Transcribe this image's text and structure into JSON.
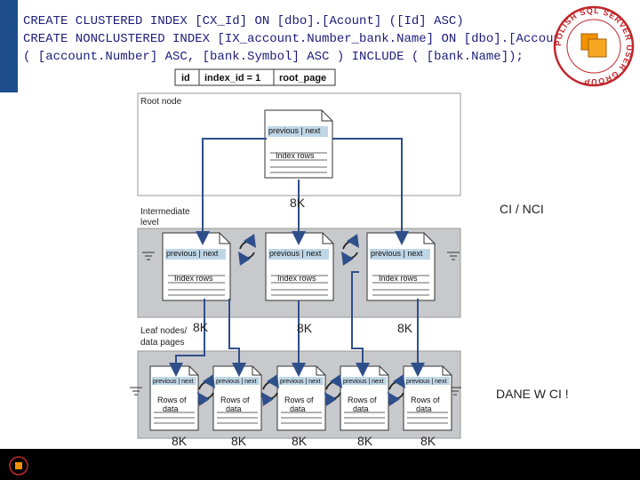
{
  "code": {
    "line1": "CREATE CLUSTERED INDEX [CX_Id] ON [dbo].[Acount] ([Id] ASC)",
    "line2": "CREATE NONCLUSTERED INDEX [IX_account.Number_bank.Name] ON [dbo].[Account]",
    "line3": "( [account.Number] ASC, [bank.Symbol] ASC ) INCLUDE ( [bank.Name]);"
  },
  "header_cells": [
    "id",
    "index_id = 1",
    "root_page"
  ],
  "levels": {
    "root": "Root node",
    "intermediate_1": "Intermediate",
    "intermediate_2": "level",
    "leaf_1": "Leaf nodes/",
    "leaf_2": "data pages"
  },
  "page_labels": {
    "prev_next": "previous | next",
    "index_rows": "Index rows",
    "rows_of_data_1": "Rows of",
    "rows_of_data_2": "data"
  },
  "annotations": {
    "root_size": "8K",
    "ci_nci": "CI / NCI",
    "mid_left": "8K",
    "mid_center": "8K",
    "mid_right": "8K",
    "dane": "DANE W CI !",
    "leaf_sizes": [
      "8K",
      "8K",
      "8K",
      "8K",
      "8K"
    ]
  },
  "logo": {
    "text": "POLISH SQL SERVER USER GROUP"
  },
  "colors": {
    "accent": "#1f4e8c",
    "arrow": "#2e4f8a",
    "panel": "#c8c9cc",
    "page_header": "#bfd6e6"
  }
}
